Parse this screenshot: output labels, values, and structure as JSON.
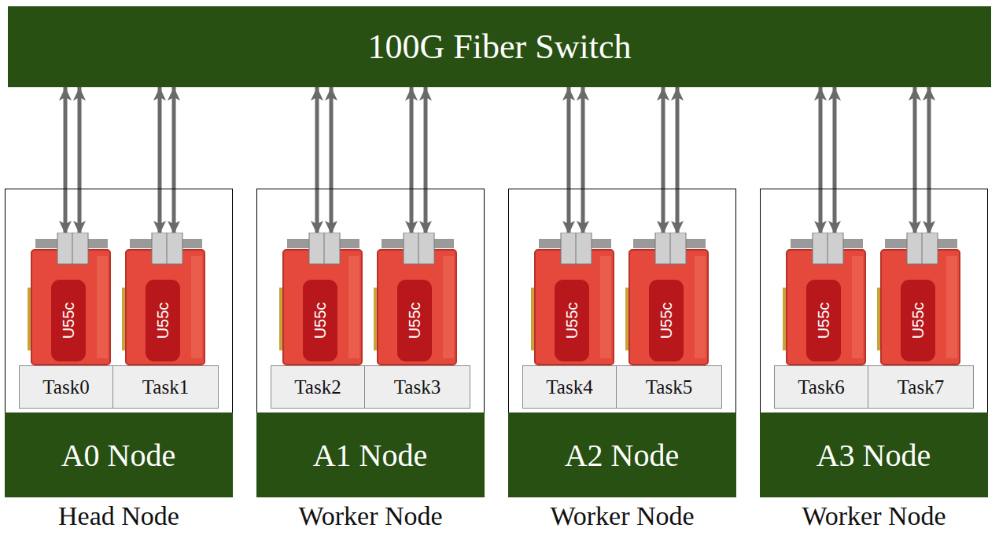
{
  "diagram": {
    "nodes": [
      {
        "text": [
          "100G Fiber Switch"
        ]
      },
      {
        "text": [
          "Head Node"
        ]
      },
      {
        "text": [
          "U55c"
        ],
        "in": 1
      },
      {
        "text": [
          "U55c"
        ],
        "in": 1
      },
      {
        "text": [
          "Task0"
        ],
        "in": 1
      },
      {
        "text": [
          "Task1"
        ],
        "in": 1
      },
      {
        "text": [
          "A0 Node"
        ],
        "in": 1
      },
      {
        "text": [
          "Worker Node"
        ]
      },
      {
        "text": [
          "U55c"
        ],
        "in": 7
      },
      {
        "text": [
          "U55c"
        ],
        "in": 7
      },
      {
        "text": [
          "Task2"
        ],
        "in": 7
      },
      {
        "text": [
          "Task3"
        ],
        "in": 7
      },
      {
        "text": [
          "A1 Node"
        ],
        "in": 7
      },
      {
        "text": [
          "Worker Node"
        ]
      },
      {
        "text": [
          "U55c"
        ],
        "in": 13
      },
      {
        "text": [
          "U55c"
        ],
        "in": 13
      },
      {
        "text": [
          "Task4"
        ],
        "in": 13
      },
      {
        "text": [
          "Task5"
        ],
        "in": 13
      },
      {
        "text": [
          "A2 Node"
        ],
        "in": 13
      },
      {
        "text": [
          "Worker Node"
        ]
      },
      {
        "text": [
          "U55c"
        ],
        "in": 19
      },
      {
        "text": [
          "U55c"
        ],
        "in": 19
      },
      {
        "text": [
          "Task6"
        ],
        "in": 19
      },
      {
        "text": [
          "Task7"
        ],
        "in": 19
      },
      {
        "text": [
          "A3 Node"
        ],
        "in": 19
      }
    ],
    "edges": [
      {
        "from": 0,
        "to": 2,
        "arrow": "both"
      },
      {
        "from": 0,
        "to": 2,
        "arrow": "both"
      },
      {
        "from": 0,
        "to": 3,
        "arrow": "both"
      },
      {
        "from": 0,
        "to": 3,
        "arrow": "both"
      },
      {
        "from": 0,
        "to": 8,
        "arrow": "both"
      },
      {
        "from": 0,
        "to": 8,
        "arrow": "both"
      },
      {
        "from": 0,
        "to": 9,
        "arrow": "both"
      },
      {
        "from": 0,
        "to": 9,
        "arrow": "both"
      },
      {
        "from": 0,
        "to": 14,
        "arrow": "both"
      },
      {
        "from": 0,
        "to": 14,
        "arrow": "both"
      },
      {
        "from": 0,
        "to": 15,
        "arrow": "both"
      },
      {
        "from": 0,
        "to": 15,
        "arrow": "both"
      },
      {
        "from": 0,
        "to": 20,
        "arrow": "both"
      },
      {
        "from": 0,
        "to": 20,
        "arrow": "both"
      },
      {
        "from": 0,
        "to": 21,
        "arrow": "both"
      },
      {
        "from": 0,
        "to": 21,
        "arrow": "both"
      }
    ]
  }
}
